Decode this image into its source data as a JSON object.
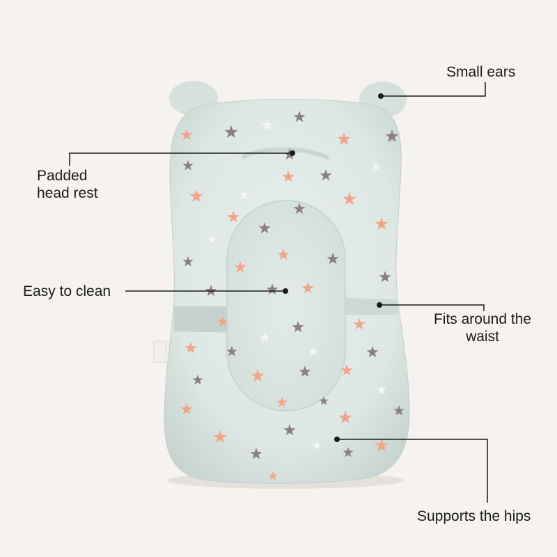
{
  "callouts": {
    "small_ears": {
      "lines": [
        "Small ears"
      ]
    },
    "head_rest": {
      "lines": [
        "Padded",
        "head rest"
      ]
    },
    "easy_clean": {
      "lines": [
        "Easy to clean"
      ]
    },
    "waist": {
      "lines": [
        "Fits around the",
        "waist"
      ]
    },
    "hips": {
      "lines": [
        "Supports the hips"
      ]
    }
  },
  "colors": {
    "background": "#f6f3ee",
    "cushion": "#dfe8e4",
    "cushion_shade": "#c9d6d1",
    "star_peach": "#f2a488",
    "star_gray": "#8c7f82",
    "star_white": "#f4f7f6",
    "leader_line": "#1a1a1a"
  }
}
